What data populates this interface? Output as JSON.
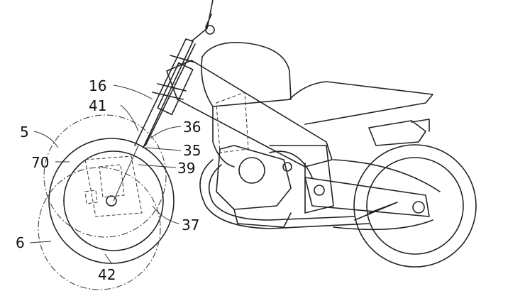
{
  "figure": {
    "labels": {
      "l16": "16",
      "l41": "41",
      "l5": "5",
      "l70": "70",
      "l36": "36",
      "l35": "35",
      "l39": "39",
      "l37": "37",
      "l6": "6",
      "l42": "42"
    }
  }
}
